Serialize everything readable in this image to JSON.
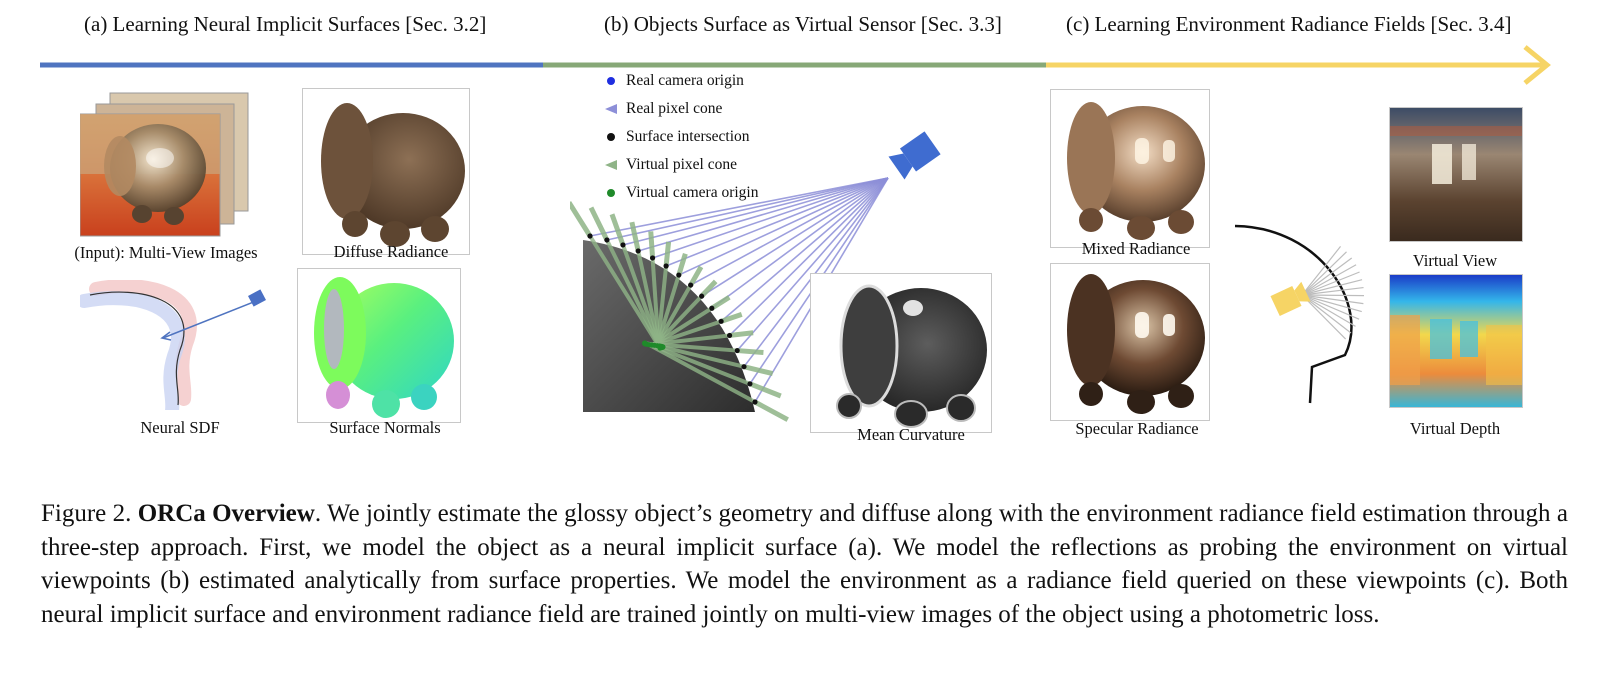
{
  "headers": {
    "a": "(a) Learning Neural Implicit Surfaces [Sec. 3.2]",
    "b": "(b) Objects Surface as Virtual Sensor [Sec. 3.3]",
    "c": "(c) Learning Environment Radiance Fields [Sec. 3.4]"
  },
  "arrow_colors": {
    "a": "#4f74c0",
    "b": "#87a877",
    "c": "#f6d465"
  },
  "panel_labels": {
    "input": "(Input): Multi-View Images",
    "diffuse": "Diffuse Radiance",
    "sdf": "Neural SDF",
    "normals": "Surface Normals",
    "curvature": "Mean Curvature",
    "mixed": "Mixed Radiance",
    "specular": "Specular Radiance",
    "virtual_view": "Virtual View",
    "virtual_depth": "Virtual Depth"
  },
  "legend": [
    {
      "label": "Real camera origin",
      "marker": "dot",
      "color": "#1f2ee0"
    },
    {
      "label": "Real pixel cone",
      "marker": "cone",
      "color": "#8d8fd8"
    },
    {
      "label": "Surface intersection",
      "marker": "dot",
      "color": "#111111"
    },
    {
      "label": "Virtual pixel cone",
      "marker": "cone",
      "color": "#8fb487"
    },
    {
      "label": "Virtual camera origin",
      "marker": "dot",
      "color": "#1f8a2a"
    }
  ],
  "caption": {
    "prefix": "Figure 2. ",
    "title": "ORCa Overview",
    "body": ". We jointly estimate the glossy object’s geometry and diffuse along with the environment radiance field estimation through a three-step approach. First, we model the object as a neural implicit surface (a). We model the reflections as probing the environment on virtual viewpoints (b) estimated analytically from surface properties. We model the environment as a radiance field queried on these viewpoints (c). Both neural implicit surface and environment radiance field are trained jointly on multi-view images of the object using a photometric loss."
  }
}
